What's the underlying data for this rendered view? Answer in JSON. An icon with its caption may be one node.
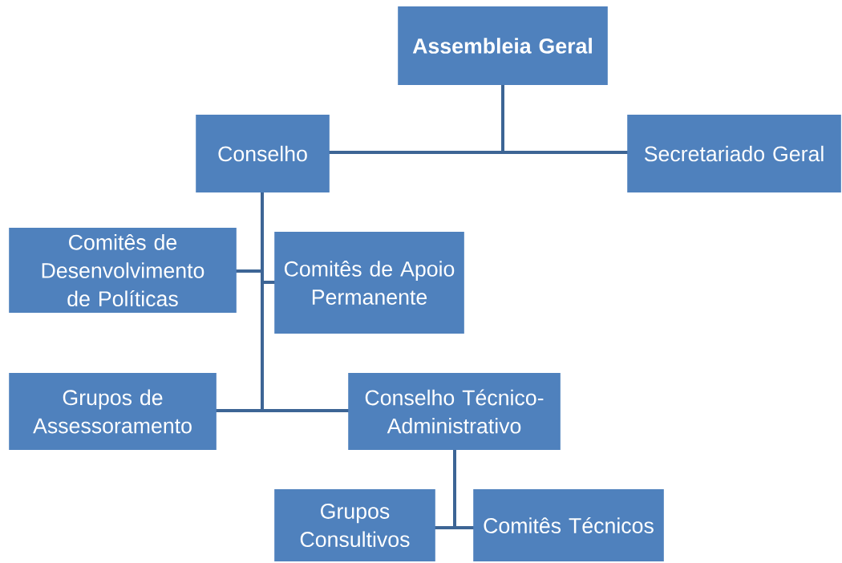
{
  "diagram": {
    "nodes": [
      {
        "text": [
          "Assembleia Geral"
        ]
      },
      {
        "text": [
          "Conselho"
        ]
      },
      {
        "text": [
          "Secretariado Geral"
        ]
      },
      {
        "text": [
          "Comitês de Desenvolvimento de Políticas"
        ]
      },
      {
        "text": [
          "Comitês de Apoio Permanente"
        ]
      },
      {
        "text": [
          "Grupos de Assessoramento"
        ]
      },
      {
        "text": [
          "Conselho Técnico-Administrativo"
        ]
      },
      {
        "text": [
          "Grupos Consultivos"
        ]
      },
      {
        "text": [
          "Comitês Técnicos"
        ]
      }
    ],
    "edges": [
      {
        "from": 0,
        "to": 1,
        "arrow": "none"
      },
      {
        "from": 0,
        "to": 2,
        "arrow": "none"
      },
      {
        "from": 1,
        "to": 3,
        "arrow": "none"
      },
      {
        "from": 1,
        "to": 4,
        "arrow": "none"
      },
      {
        "from": 1,
        "to": 5,
        "arrow": "none"
      },
      {
        "from": 1,
        "to": 6,
        "arrow": "none"
      },
      {
        "from": 6,
        "to": 7,
        "arrow": "none"
      },
      {
        "from": 6,
        "to": 8,
        "arrow": "none"
      }
    ]
  }
}
